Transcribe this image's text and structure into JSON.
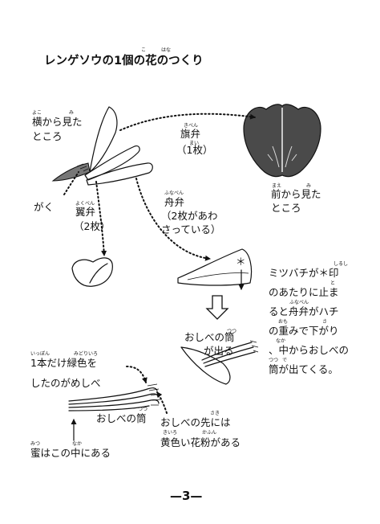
{
  "title": {
    "text": "レンゲソウの1個の花のつくり",
    "ruby_ko": "こ",
    "ruby_hana": "はな"
  },
  "labels": {
    "side_view": {
      "line1": "横から見た",
      "line2": "ところ",
      "ruby_yoko": "よこ",
      "ruby_mi": "み"
    },
    "kiben": {
      "name": "旗弁",
      "ruby": "きべん",
      "count": "（1枚）",
      "ruby_mai": "まい"
    },
    "front_view": {
      "line1": "前から見た",
      "line2": "ところ",
      "ruby_mae": "まえ",
      "ruby_mi": "み"
    },
    "gaku": {
      "text": "がく"
    },
    "yokuben": {
      "name": "翼弁",
      "ruby": "よくべん",
      "count": "（2枚）"
    },
    "funaben": {
      "name": "舟弁",
      "ruby": "ふなべん",
      "line2": "（2枚があわ",
      "line3": "さっている）"
    },
    "asterisk": "＊",
    "stamen_out": {
      "line1": "おしべの筒",
      "line2": "が出る",
      "ruby_tsutsu": "つつ"
    },
    "explanation": {
      "line1": "ミツバチが＊印",
      "line2": "のあたりに止ま",
      "line3": "ると舟弁がハチ",
      "line4": "の重みで下がり",
      "line5": "、中からおしべの",
      "line6": "筒が出てくる。",
      "ruby_shirushi": "しるし",
      "ruby_to": "と",
      "ruby_funaben": "ふなべん",
      "ruby_omo": "おも",
      "ruby_sa": "さ",
      "ruby_naka": "なか",
      "ruby_tsutsu": "つつ",
      "ruby_de": "で"
    },
    "green_pistil": {
      "line1": "1本だけ緑色を",
      "line2": "したのがめしべ",
      "ruby_ippon": "いっぽん",
      "ruby_midori": "みどりいろ"
    },
    "stamen_tube": {
      "text": "おしべの筒",
      "ruby": "つつ"
    },
    "nectar": {
      "text": "蜜はこの中にある",
      "ruby_mitsu": "みつ",
      "ruby_naka": "なか"
    },
    "pollen": {
      "line1": "おしべの先には",
      "line2": "黄色い花粉がある",
      "ruby_saki": "さき",
      "ruby_kiiro": "きいろ",
      "ruby_kafun": "かふん"
    }
  },
  "page_number": "—3—",
  "colors": {
    "ink": "#111111",
    "petal_dark": "#4a4a4a",
    "sepal_gray": "#777777"
  }
}
